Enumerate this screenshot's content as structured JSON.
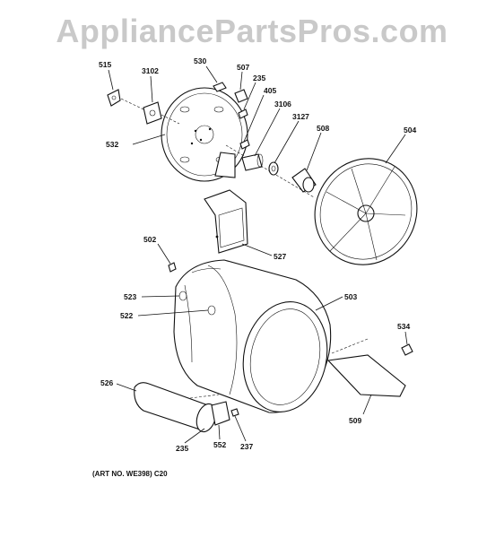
{
  "watermark": "AppliancePartsPros.com",
  "art_note": "(ART NO. WE398) C20",
  "callouts": {
    "c515": "515",
    "c3102": "3102",
    "c530": "530",
    "c507": "507",
    "c235a": "235",
    "c405": "405",
    "c3106": "3106",
    "c3127": "3127",
    "c508": "508",
    "c504": "504",
    "c532": "532",
    "c527": "527",
    "c502": "502",
    "c523": "523",
    "c522": "522",
    "c503": "503",
    "c534": "534",
    "c526": "526",
    "c509": "509",
    "c235b": "235",
    "c552": "552",
    "c237": "237"
  }
}
